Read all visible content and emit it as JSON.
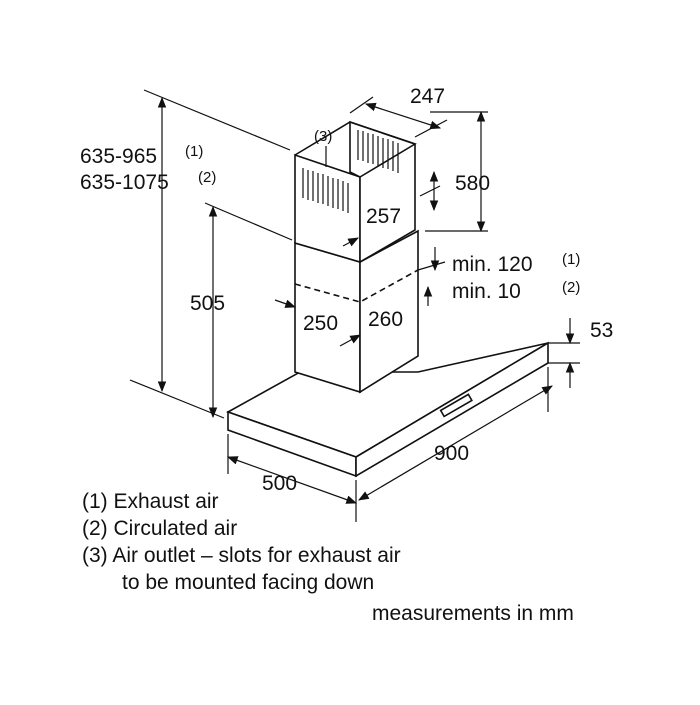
{
  "diagram": {
    "callout_outlet": "(3)",
    "dims": {
      "chimney_width_top": "247",
      "chimney_depth_top": "257",
      "upper_duct_height": "580",
      "total_height_1": "635-965",
      "total_height_1_note": "(1)",
      "total_height_2": "635-1075",
      "total_height_2_note": "(2)",
      "lower_duct_height": "505",
      "lower_duct_width": "250",
      "lower_duct_depth": "260",
      "overlap_1": "min. 120",
      "overlap_1_note": "(1)",
      "overlap_2": "min. 10",
      "overlap_2_note": "(2)",
      "canopy_thickness": "53",
      "hood_width": "900",
      "hood_depth": "500"
    }
  },
  "legend": {
    "items": [
      "(1) Exhaust air",
      "(2) Circulated air",
      "(3) Air outlet – slots for exhaust air",
      "to be mounted facing down"
    ]
  },
  "units_note": "measurements in mm"
}
